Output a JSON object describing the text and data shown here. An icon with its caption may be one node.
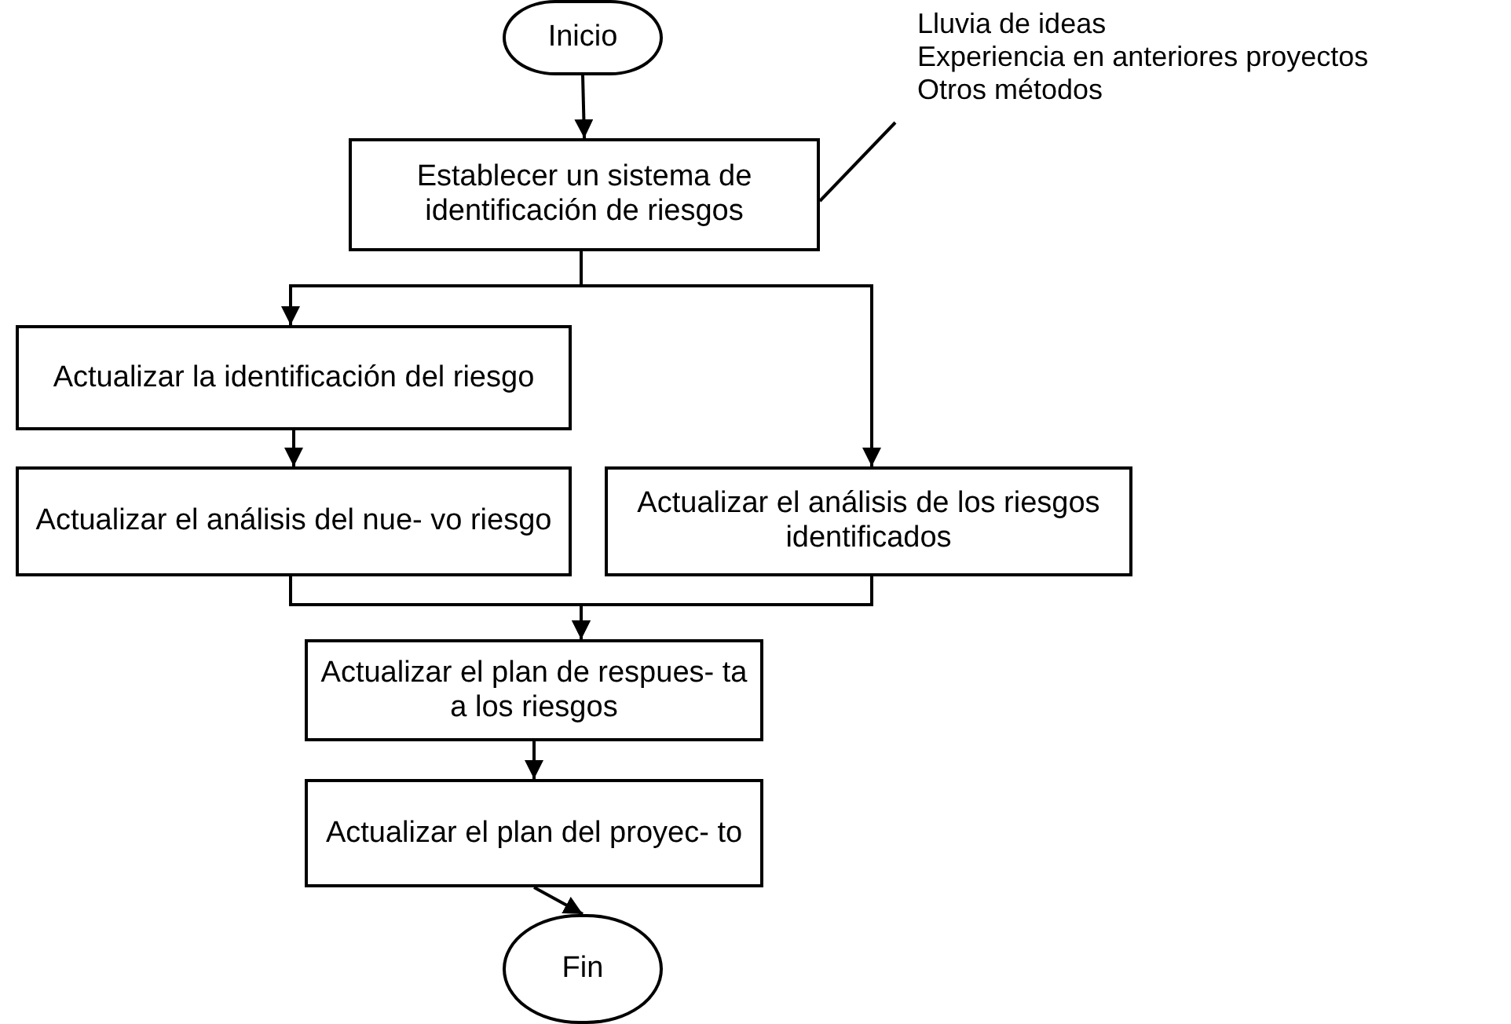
{
  "diagram": {
    "nodes": [
      {
        "text": [
          "Inicio"
        ]
      },
      {
        "text": [
          "Establecer un sistema de identificación de riesgos"
        ]
      },
      {
        "text": [
          "Actualizar la identificación del riesgo"
        ]
      },
      {
        "text": [
          "Actualizar el análisis del nue- vo riesgo"
        ]
      },
      {
        "text": [
          "Actualizar el análisis de los riesgos identificados"
        ]
      },
      {
        "text": [
          "Actualizar el plan de respues- ta a los riesgos"
        ]
      },
      {
        "text": [
          "Actualizar el plan del proyec- to"
        ]
      },
      {
        "text": [
          "Fin"
        ]
      },
      {
        "text": [
          "Lluvia de ideas",
          "Experiencia en anteriores proyectos",
          "Otros métodos"
        ]
      }
    ],
    "edges": [
      {
        "from": 0,
        "to": 1,
        "arrow": "to"
      },
      {
        "from": 1,
        "to": 2,
        "arrow": "to"
      },
      {
        "from": 1,
        "to": 4,
        "arrow": "to"
      },
      {
        "from": 2,
        "to": 3,
        "arrow": "to"
      },
      {
        "from": 3,
        "to": 5,
        "arrow": "to"
      },
      {
        "from": 4,
        "to": 5,
        "arrow": "to"
      },
      {
        "from": 5,
        "to": 6,
        "arrow": "to"
      },
      {
        "from": 6,
        "to": 7,
        "arrow": "to"
      },
      {
        "from": 8,
        "to": 1,
        "arrow": "none"
      }
    ]
  }
}
